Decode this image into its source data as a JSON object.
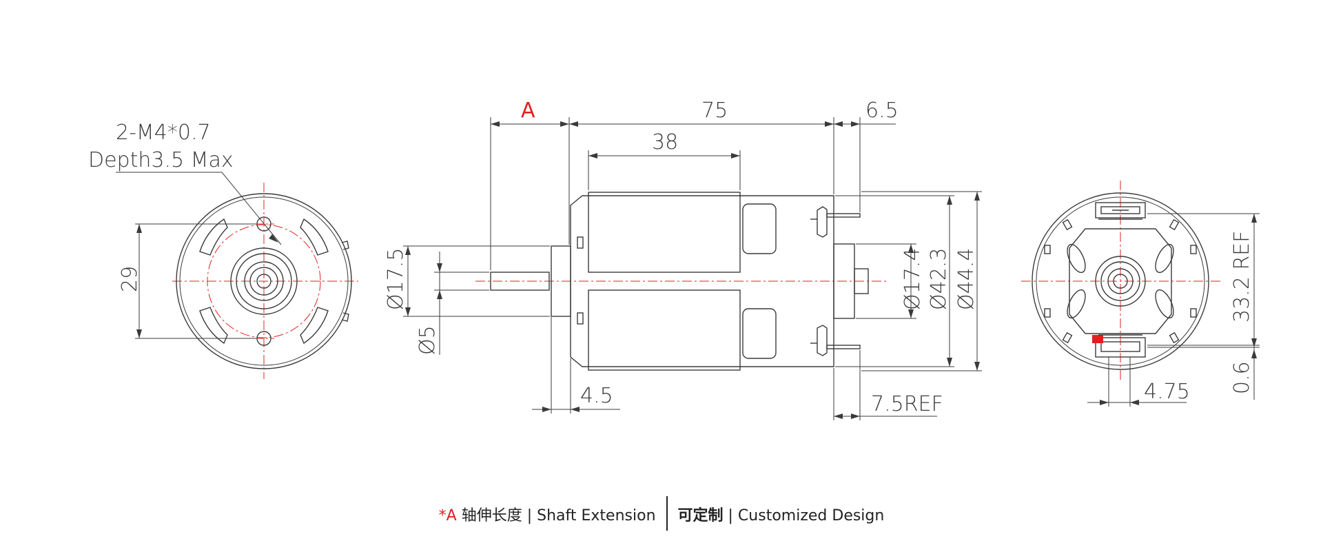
{
  "front_view": {
    "thread_label_line1": "2-M4*0.7",
    "thread_label_line2": "Depth3.5 Max",
    "hole_spacing": "29"
  },
  "side_view": {
    "shaft_extension_label": "A",
    "body_length": "75",
    "rear_length": "6.5",
    "magnet_length": "38",
    "boss_diameter": "Ø17.5",
    "shaft_diameter": "Ø5",
    "boss_length": "4.5",
    "rear_boss_diameter": "Ø17.4",
    "body_diameter": "Ø42.3",
    "can_diameter": "Ø44.4",
    "terminal_length": "7.5REF"
  },
  "rear_view": {
    "terminal_spacing": "33.2 REF",
    "terminal_thickness": "0.6",
    "terminal_width": "4.75"
  },
  "caption": {
    "marker": "*A",
    "cn_shaft": "轴伸长度",
    "en_shaft": "| Shaft Extension",
    "cn_custom": "可定制",
    "en_custom": "| Customized Design"
  },
  "colors": {
    "line": "#3a3a3a",
    "centerline": "#e02020",
    "accent": "#e02020"
  }
}
